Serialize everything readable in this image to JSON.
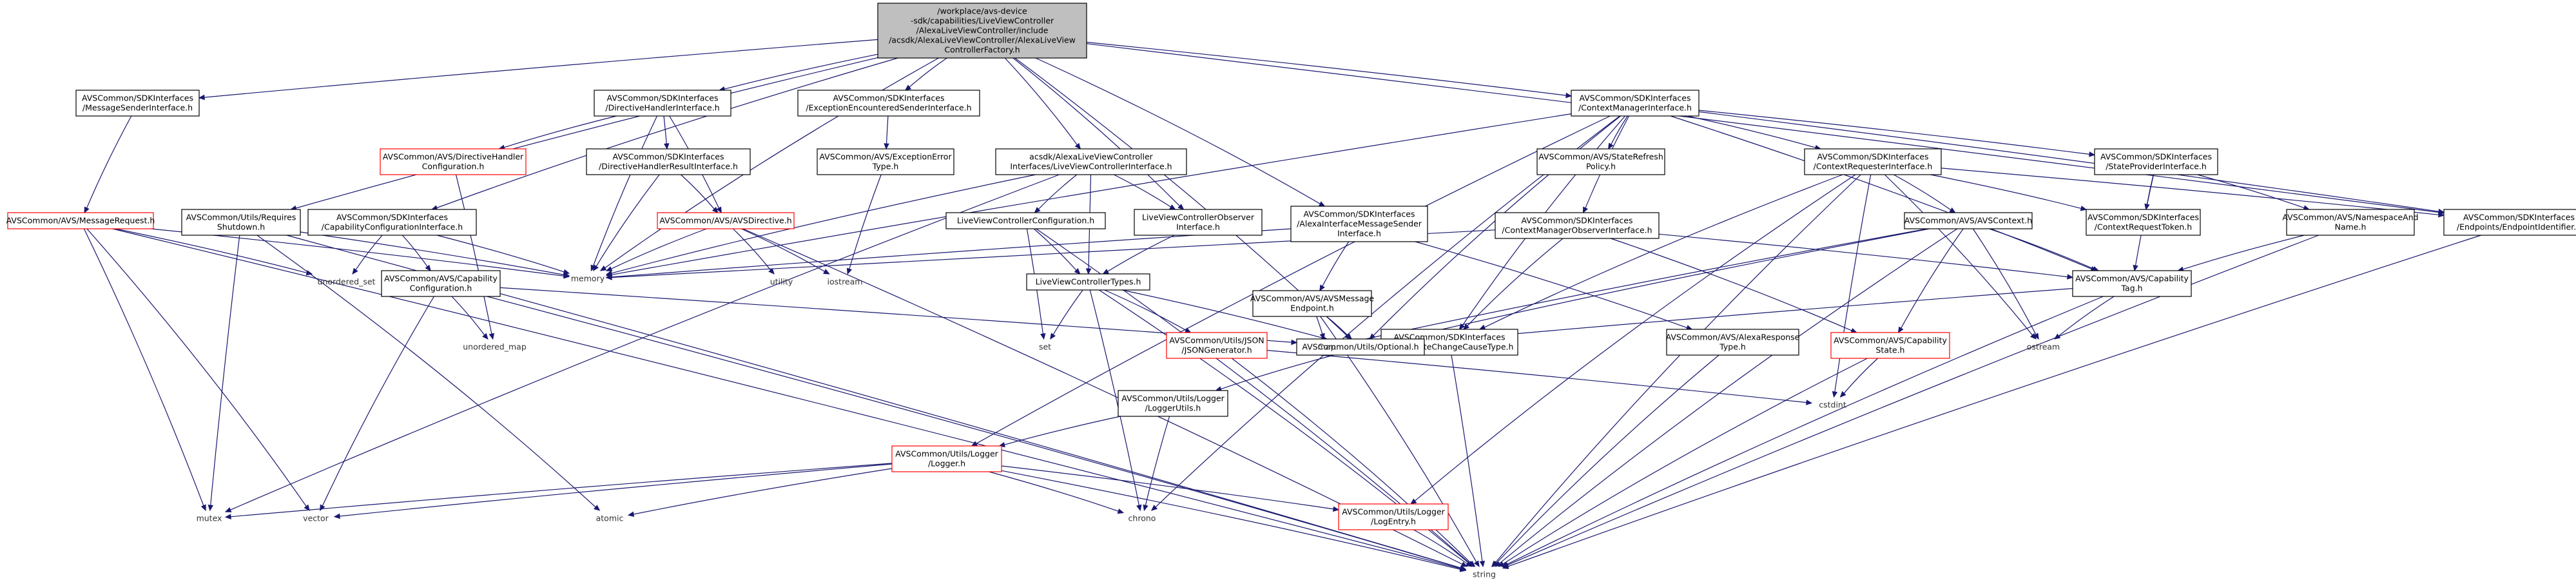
{
  "palette": {
    "edge": "#191970",
    "normal_border": "#000000",
    "incomplete_border": "#ff0000",
    "root_fill": "#bfbfbf",
    "plain_text": "#333333"
  },
  "nodes": [
    {
      "id": "root",
      "kind": "root",
      "lines": [
        "/workplace/avs-device",
        "-sdk/capabilities/LiveViewController",
        "/AlexaLiveViewController/include",
        "/acsdk/AlexaLiveViewController/AlexaLiveView",
        "ControllerFactory.h"
      ]
    },
    {
      "id": "msgsender",
      "kind": "normal",
      "lines": [
        "AVSCommon/SDKInterfaces",
        "/MessageSenderInterface.h"
      ]
    },
    {
      "id": "dirhandler",
      "kind": "normal",
      "lines": [
        "AVSCommon/SDKInterfaces",
        "/DirectiveHandlerInterface.h"
      ]
    },
    {
      "id": "excsender",
      "kind": "normal",
      "lines": [
        "AVSCommon/SDKInterfaces",
        "/ExceptionEncounteredSenderInterface.h"
      ]
    },
    {
      "id": "ctxmgr",
      "kind": "normal",
      "lines": [
        "AVSCommon/SDKInterfaces",
        "/ContextManagerInterface.h"
      ]
    },
    {
      "id": "msgrequest",
      "kind": "incomplete",
      "lines": [
        "AVSCommon/AVS/MessageRequest.h"
      ]
    },
    {
      "id": "reqshutdown",
      "kind": "normal",
      "lines": [
        "AVSCommon/Utils/Requires",
        "Shutdown.h"
      ]
    },
    {
      "id": "capcfgif",
      "kind": "normal",
      "lines": [
        "AVSCommon/SDKInterfaces",
        "/CapabilityConfigurationInterface.h"
      ]
    },
    {
      "id": "dirhandlercfg",
      "kind": "incomplete",
      "lines": [
        "AVSCommon/AVS/DirectiveHandler",
        "Configuration.h"
      ]
    },
    {
      "id": "dirhandlerres",
      "kind": "normal",
      "lines": [
        "AVSCommon/SDKInterfaces",
        "/DirectiveHandlerResultInterface.h"
      ]
    },
    {
      "id": "excerrtype",
      "kind": "normal",
      "lines": [
        "AVSCommon/AVS/ExceptionError",
        "Type.h"
      ]
    },
    {
      "id": "lvcif",
      "kind": "normal",
      "lines": [
        "acsdk/AlexaLiveViewController",
        "Interfaces/LiveViewControllerInterface.h"
      ]
    },
    {
      "id": "staterefresh",
      "kind": "normal",
      "lines": [
        "AVSCommon/AVS/StateRefresh",
        "Policy.h"
      ]
    },
    {
      "id": "ctxrequester",
      "kind": "normal",
      "lines": [
        "AVSCommon/SDKInterfaces",
        "/ContextRequesterInterface.h"
      ]
    },
    {
      "id": "stateprov",
      "kind": "normal",
      "lines": [
        "AVSCommon/SDKInterfaces",
        "/StateProviderInterface.h"
      ]
    },
    {
      "id": "avsdirective",
      "kind": "incomplete",
      "lines": [
        "AVSCommon/AVS/AVSDirective.h"
      ]
    },
    {
      "id": "lvcconfig",
      "kind": "normal",
      "lines": [
        "LiveViewControllerConfiguration.h"
      ]
    },
    {
      "id": "lvcobserver",
      "kind": "normal",
      "lines": [
        "LiveViewControllerObserver",
        "Interface.h"
      ]
    },
    {
      "id": "alexaifmsg",
      "kind": "normal",
      "lines": [
        "AVSCommon/SDKInterfaces",
        "/AlexaInterfaceMessageSender",
        "Interface.h"
      ]
    },
    {
      "id": "ctxmgrobs",
      "kind": "normal",
      "lines": [
        "AVSCommon/SDKInterfaces",
        "/ContextManagerObserverInterface.h"
      ]
    },
    {
      "id": "avscontext",
      "kind": "normal",
      "lines": [
        "AVSCommon/AVS/AVSContext.h"
      ]
    },
    {
      "id": "ctxreqtoken",
      "kind": "normal",
      "lines": [
        "AVSCommon/SDKInterfaces",
        "/ContextRequestToken.h"
      ]
    },
    {
      "id": "nsname",
      "kind": "normal",
      "lines": [
        "AVSCommon/AVS/NamespaceAnd",
        "Name.h"
      ]
    },
    {
      "id": "endpointid",
      "kind": "normal",
      "lines": [
        "AVSCommon/SDKInterfaces",
        "/Endpoints/EndpointIdentifier.h"
      ]
    },
    {
      "id": "capconfig",
      "kind": "normal",
      "lines": [
        "AVSCommon/AVS/Capability",
        "Configuration.h"
      ]
    },
    {
      "id": "lvctypes",
      "kind": "normal",
      "lines": [
        "LiveViewControllerTypes.h"
      ]
    },
    {
      "id": "avsmsgendpoint",
      "kind": "normal",
      "lines": [
        "AVSCommon/AVS/AVSMessage",
        "Endpoint.h"
      ]
    },
    {
      "id": "alexastate",
      "kind": "normal",
      "lines": [
        "AVSCommon/SDKInterfaces",
        "/AlexaStateChangeCauseType.h"
      ]
    },
    {
      "id": "alexaresp",
      "kind": "normal",
      "lines": [
        "AVSCommon/AVS/AlexaResponse",
        "Type.h"
      ]
    },
    {
      "id": "captag",
      "kind": "normal",
      "lines": [
        "AVSCommon/AVS/Capability",
        "Tag.h"
      ]
    },
    {
      "id": "jsongen",
      "kind": "incomplete",
      "lines": [
        "AVSCommon/Utils/JSON",
        "/JSONGenerator.h"
      ]
    },
    {
      "id": "optional",
      "kind": "normal",
      "lines": [
        "AVSCommon/Utils/Optional.h"
      ]
    },
    {
      "id": "capstate",
      "kind": "incomplete",
      "lines": [
        "AVSCommon/AVS/Capability",
        "State.h"
      ]
    },
    {
      "id": "loggerutils",
      "kind": "normal",
      "lines": [
        "AVSCommon/Utils/Logger",
        "/LoggerUtils.h"
      ]
    },
    {
      "id": "logger",
      "kind": "incomplete",
      "lines": [
        "AVSCommon/Utils/Logger",
        "/Logger.h"
      ]
    },
    {
      "id": "logentry",
      "kind": "incomplete",
      "lines": [
        "AVSCommon/Utils/Logger",
        "/LogEntry.h"
      ]
    },
    {
      "id": "memory",
      "kind": "plain",
      "lines": [
        "memory"
      ]
    },
    {
      "id": "unordered_set",
      "kind": "plain",
      "lines": [
        "unordered_set"
      ]
    },
    {
      "id": "utility",
      "kind": "plain",
      "lines": [
        "utility"
      ]
    },
    {
      "id": "iostream",
      "kind": "plain",
      "lines": [
        "iostream"
      ]
    },
    {
      "id": "unordered_map",
      "kind": "plain",
      "lines": [
        "unordered_map"
      ]
    },
    {
      "id": "set",
      "kind": "plain",
      "lines": [
        "set"
      ]
    },
    {
      "id": "map",
      "kind": "plain",
      "lines": [
        "map"
      ]
    },
    {
      "id": "ostream",
      "kind": "plain",
      "lines": [
        "ostream"
      ]
    },
    {
      "id": "cstdint",
      "kind": "plain",
      "lines": [
        "cstdint"
      ]
    },
    {
      "id": "mutex",
      "kind": "plain",
      "lines": [
        "mutex"
      ]
    },
    {
      "id": "vector",
      "kind": "plain",
      "lines": [
        "vector"
      ]
    },
    {
      "id": "atomic",
      "kind": "plain",
      "lines": [
        "atomic"
      ]
    },
    {
      "id": "chrono",
      "kind": "plain",
      "lines": [
        "chrono"
      ]
    },
    {
      "id": "string",
      "kind": "plain",
      "lines": [
        "string"
      ]
    }
  ],
  "edges": [
    [
      "root",
      "msgsender"
    ],
    [
      "root",
      "dirhandler"
    ],
    [
      "root",
      "excsender"
    ],
    [
      "root",
      "ctxmgr"
    ],
    [
      "root",
      "reqshutdown"
    ],
    [
      "root",
      "capcfgif"
    ],
    [
      "root",
      "memory"
    ],
    [
      "root",
      "lvcif"
    ],
    [
      "root",
      "lvcobserver"
    ],
    [
      "root",
      "alexaifmsg"
    ],
    [
      "root",
      "optional"
    ],
    [
      "root",
      "endpointid"
    ],
    [
      "msgsender",
      "msgrequest"
    ],
    [
      "msgrequest",
      "memory"
    ],
    [
      "msgrequest",
      "unordered_set"
    ],
    [
      "msgrequest",
      "mutex"
    ],
    [
      "msgrequest",
      "vector"
    ],
    [
      "msgrequest",
      "string"
    ],
    [
      "reqshutdown",
      "memory"
    ],
    [
      "reqshutdown",
      "mutex"
    ],
    [
      "reqshutdown",
      "atomic"
    ],
    [
      "reqshutdown",
      "string"
    ],
    [
      "capcfgif",
      "unordered_set"
    ],
    [
      "capcfgif",
      "memory"
    ],
    [
      "capcfgif",
      "capconfig"
    ],
    [
      "capconfig",
      "unordered_map"
    ],
    [
      "capconfig",
      "optional"
    ],
    [
      "capconfig",
      "vector"
    ],
    [
      "capconfig",
      "string"
    ],
    [
      "dirhandler",
      "dirhandlercfg"
    ],
    [
      "dirhandler",
      "dirhandlerres"
    ],
    [
      "dirhandler",
      "avsdirective"
    ],
    [
      "dirhandler",
      "memory"
    ],
    [
      "dirhandlercfg",
      "unordered_map"
    ],
    [
      "dirhandlerres",
      "avsdirective"
    ],
    [
      "dirhandlerres",
      "memory"
    ],
    [
      "avsdirective",
      "memory"
    ],
    [
      "avsdirective",
      "utility"
    ],
    [
      "avsdirective",
      "iostream"
    ],
    [
      "avsdirective",
      "string"
    ],
    [
      "excsender",
      "excerrtype"
    ],
    [
      "excerrtype",
      "iostream"
    ],
    [
      "lvcif",
      "lvcconfig"
    ],
    [
      "lvcif",
      "lvcobserver"
    ],
    [
      "lvcif",
      "lvctypes"
    ],
    [
      "lvcif",
      "memory"
    ],
    [
      "lvcif",
      "mutex"
    ],
    [
      "lvcconfig",
      "lvctypes"
    ],
    [
      "lvcconfig",
      "set"
    ],
    [
      "lvcconfig",
      "string"
    ],
    [
      "lvcobserver",
      "lvctypes"
    ],
    [
      "lvctypes",
      "set"
    ],
    [
      "lvctypes",
      "jsongen"
    ],
    [
      "lvctypes",
      "optional"
    ],
    [
      "lvctypes",
      "chrono"
    ],
    [
      "lvctypes",
      "string"
    ],
    [
      "alexaifmsg",
      "avsmsgendpoint"
    ],
    [
      "alexaifmsg",
      "alexaresp"
    ],
    [
      "alexaifmsg",
      "memory"
    ],
    [
      "avsmsgendpoint",
      "map"
    ],
    [
      "avsmsgendpoint",
      "optional"
    ],
    [
      "avsmsgendpoint",
      "string"
    ],
    [
      "ctxmgr",
      "staterefresh"
    ],
    [
      "ctxmgr",
      "ctxrequester"
    ],
    [
      "ctxmgr",
      "stateprov"
    ],
    [
      "ctxmgr",
      "ctxmgrobs"
    ],
    [
      "ctxmgr",
      "alexastate"
    ],
    [
      "ctxmgr",
      "logger"
    ],
    [
      "ctxmgr",
      "memory"
    ],
    [
      "ctxmgr",
      "chrono"
    ],
    [
      "ctxmgr",
      "optional"
    ],
    [
      "ctxmgr",
      "endpointid"
    ],
    [
      "ctxmgr",
      "captag"
    ],
    [
      "ctxrequester",
      "avscontext"
    ],
    [
      "ctxrequester",
      "ctxreqtoken"
    ],
    [
      "ctxrequester",
      "alexastate"
    ],
    [
      "ctxrequester",
      "logentry"
    ],
    [
      "ctxrequester",
      "ostream"
    ],
    [
      "ctxrequester",
      "cstdint"
    ],
    [
      "ctxrequester",
      "endpointid"
    ],
    [
      "ctxrequester",
      "string"
    ],
    [
      "stateprov",
      "ctxreqtoken"
    ],
    [
      "stateprov",
      "nsname"
    ],
    [
      "stateprov",
      "captag"
    ],
    [
      "ctxmgrobs",
      "alexastate"
    ],
    [
      "ctxmgrobs",
      "captag"
    ],
    [
      "ctxmgrobs",
      "capstate"
    ],
    [
      "ctxmgrobs",
      "memory"
    ],
    [
      "avscontext",
      "captag"
    ],
    [
      "avscontext",
      "capstate"
    ],
    [
      "avscontext",
      "optional"
    ],
    [
      "avscontext",
      "map"
    ],
    [
      "avscontext",
      "ostream"
    ],
    [
      "avscontext",
      "string"
    ],
    [
      "nsname",
      "captag"
    ],
    [
      "nsname",
      "string"
    ],
    [
      "endpointid",
      "string"
    ],
    [
      "captag",
      "optional"
    ],
    [
      "captag",
      "ostream"
    ],
    [
      "captag",
      "string"
    ],
    [
      "alexastate",
      "string"
    ],
    [
      "alexaresp",
      "string"
    ],
    [
      "capstate",
      "cstdint"
    ],
    [
      "capstate",
      "string"
    ],
    [
      "jsongen",
      "cstdint"
    ],
    [
      "jsongen",
      "string"
    ],
    [
      "optional",
      "loggerutils"
    ],
    [
      "loggerutils",
      "logger"
    ],
    [
      "loggerutils",
      "chrono"
    ],
    [
      "logger",
      "logentry"
    ],
    [
      "logger",
      "mutex"
    ],
    [
      "logger",
      "vector"
    ],
    [
      "logger",
      "atomic"
    ],
    [
      "logger",
      "chrono"
    ],
    [
      "logger",
      "string"
    ],
    [
      "logentry",
      "string"
    ]
  ]
}
